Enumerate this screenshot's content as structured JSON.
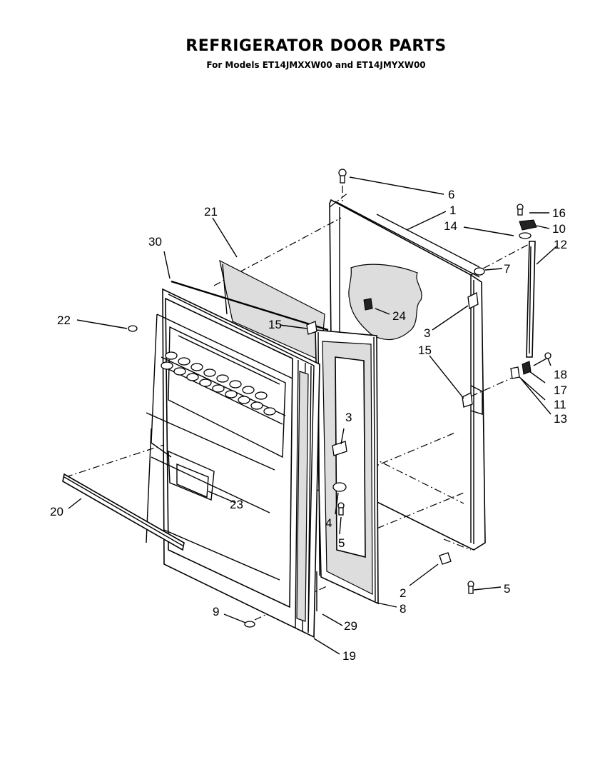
{
  "title": "REFRIGERATOR DOOR PARTS",
  "subtitle": "For Models ET14JMXXW00 and ET14JMYXW00",
  "callouts": [
    "6",
    "1",
    "16",
    "10",
    "14",
    "12",
    "7",
    "21",
    "30",
    "24",
    "3",
    "15",
    "22",
    "15",
    "18",
    "17",
    "11",
    "13",
    "3",
    "4",
    "5",
    "20",
    "23",
    "2",
    "5",
    "8",
    "9",
    "29",
    "19"
  ]
}
